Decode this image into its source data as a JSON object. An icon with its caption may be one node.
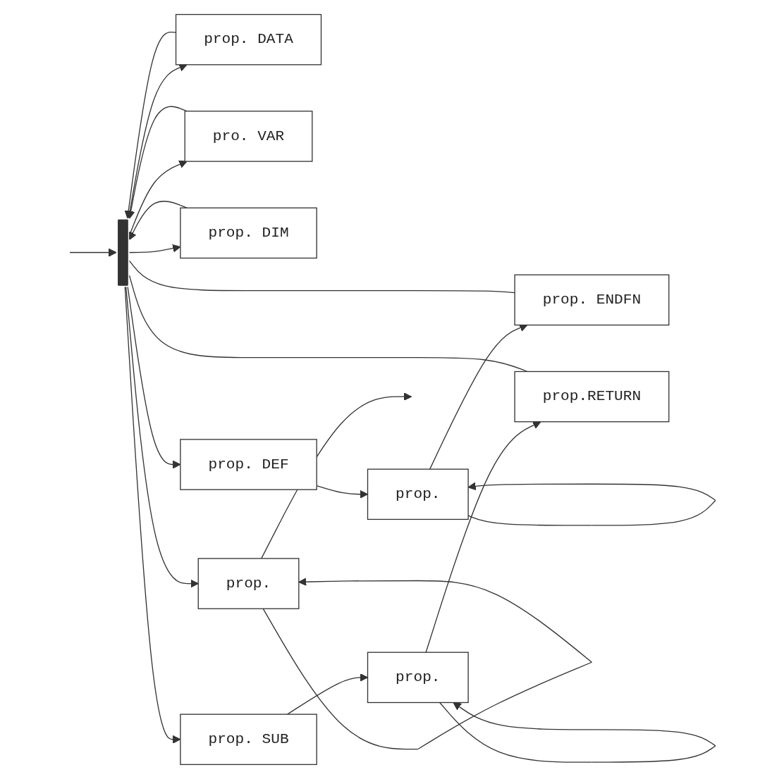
{
  "diagram": {
    "nodes": [
      {
        "text": [],
        "shape": "bar"
      },
      {
        "text": [
          "prop. DATA"
        ]
      },
      {
        "text": [
          "pro. VAR"
        ]
      },
      {
        "text": [
          "prop. DIM"
        ]
      },
      {
        "text": [
          "prop. ENDFN"
        ]
      },
      {
        "text": [
          "prop. DEF"
        ]
      },
      {
        "text": [
          "prop."
        ]
      },
      {
        "text": [
          "prop.RETURN"
        ]
      },
      {
        "text": [
          "prop. SUB"
        ]
      },
      {
        "text": [
          "prop."
        ]
      },
      {
        "text": [
          "prop."
        ]
      }
    ],
    "edges": [
      {
        "from": null,
        "to": 0,
        "arrow": "to"
      },
      {
        "from": 0,
        "to": 1,
        "arrow": "to"
      },
      {
        "from": 1,
        "to": 0,
        "arrow": "to"
      },
      {
        "from": 0,
        "to": 2,
        "arrow": "to"
      },
      {
        "from": 2,
        "to": 0,
        "arrow": "to"
      },
      {
        "from": 0,
        "to": 3,
        "arrow": "to"
      },
      {
        "from": 3,
        "to": 0,
        "arrow": "to"
      },
      {
        "from": 4,
        "to": 0,
        "arrow": "none"
      },
      {
        "from": 0,
        "to": 5,
        "arrow": "to"
      },
      {
        "from": 5,
        "to": 6,
        "arrow": "to"
      },
      {
        "from": 6,
        "to": 6,
        "arrow": "to"
      },
      {
        "from": 6,
        "to": 4,
        "arrow": "to"
      },
      {
        "from": 7,
        "to": 0,
        "arrow": "none"
      },
      {
        "from": 0,
        "to": 8,
        "arrow": "to"
      },
      {
        "from": 8,
        "to": 9,
        "arrow": "to"
      },
      {
        "from": 9,
        "to": 9,
        "arrow": "to"
      },
      {
        "from": 9,
        "to": 7,
        "arrow": "to"
      },
      {
        "from": 0,
        "to": 10,
        "arrow": "to"
      },
      {
        "from": 10,
        "to": 10,
        "arrow": "to"
      },
      {
        "from": 10,
        "to": null,
        "arrow": "to"
      }
    ]
  }
}
